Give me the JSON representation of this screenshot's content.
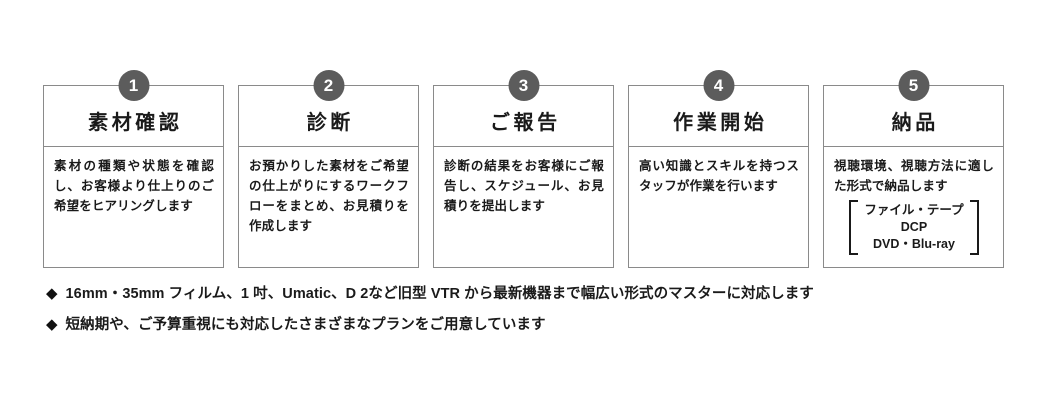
{
  "flow": {
    "steps": [
      {
        "number": "1",
        "title": "素材確認",
        "description": "素材の種類や状態を確認し、お客様より仕上りのご希望をヒアリングします"
      },
      {
        "number": "2",
        "title": "診断",
        "description": "お預かりした素材をご希望の仕上がりにするワークフローをまとめ、お見積りを作成します"
      },
      {
        "number": "3",
        "title": "ご報告",
        "description": "診断の結果をお客様にご報告し、スケジュール、お見積りを提出します"
      },
      {
        "number": "4",
        "title": "作業開始",
        "description": "高い知識とスキルを持つスタッフが作業を行います"
      },
      {
        "number": "5",
        "title": "納品",
        "description": "視聴環境、視聴方法に適した形式で納品します",
        "bracket_lines": [
          "ファイル・テープ",
          "DCP",
          "DVD・Blu-ray"
        ]
      }
    ]
  },
  "notes": [
    {
      "bullet": "◆",
      "text": "16mm・35mm フィルム、1 吋、Umatic、D 2など旧型 VTR から最新機器まで幅広い形式のマスターに対応します"
    },
    {
      "bullet": "◆",
      "text": "短納期や、ご予算重視にも対応したさまざまなプランをご用意しています"
    }
  ],
  "colors": {
    "badge_background": "#5c5c5c",
    "badge_text": "#ffffff",
    "card_border": "#8a8a8a",
    "text": "#1a1a1a",
    "page_background": "#ffffff"
  }
}
